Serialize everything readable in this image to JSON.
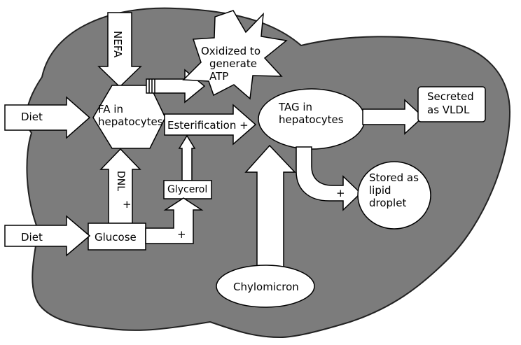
{
  "colors": {
    "liver_fill": "#7c7c7c",
    "liver_stroke": "#222222",
    "box_fill": "#ffffff",
    "stroke": "#000000"
  },
  "labels": {
    "nefa": "NEFA",
    "oxidized_line1": "Oxidized to",
    "oxidized_line2": "generate",
    "oxidized_line3": "ATP",
    "diet_top": "Diet",
    "fa_line1": "FA in",
    "fa_line2": "hepatocytes",
    "esterification": "Esterification +",
    "tag_line1": "TAG in",
    "tag_line2": "hepatocytes",
    "secreted_line1": "Secreted",
    "secreted_line2": "as VLDL",
    "dnl": "DNL",
    "dnl_plus": "+",
    "glycerol": "Glycerol",
    "stored_plus": "+",
    "stored_line1": "Stored as",
    "stored_line2": "lipid",
    "stored_line3": "droplet",
    "diet_bottom": "Diet",
    "glucose": "Glucose",
    "glucose_plus": "+",
    "chylomicron": "Chylomicron"
  }
}
